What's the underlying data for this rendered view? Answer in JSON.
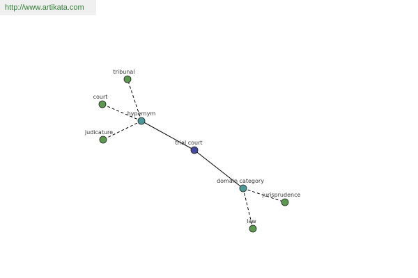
{
  "watermark": {
    "url": "http://www.artikata.com"
  },
  "colors": {
    "leaf_node": "#5b9a4e",
    "relation_node": "#4a9898",
    "center_node": "#444aa0",
    "edge": "#000000",
    "watermark_text": "#2e7d32"
  },
  "graph": {
    "nodes": [
      {
        "id": "trial_court",
        "label": "trial court",
        "kind": "center"
      },
      {
        "id": "hypernym",
        "label": "hypernym",
        "kind": "relation"
      },
      {
        "id": "domain_category",
        "label": "domain category",
        "kind": "relation"
      },
      {
        "id": "tribunal",
        "label": "tribunal",
        "kind": "leaf"
      },
      {
        "id": "court",
        "label": "court",
        "kind": "leaf"
      },
      {
        "id": "judicature",
        "label": "judicature",
        "kind": "leaf"
      },
      {
        "id": "jurisprudence",
        "label": "jurisprudence",
        "kind": "leaf"
      },
      {
        "id": "law",
        "label": "law",
        "kind": "leaf"
      }
    ],
    "edges": [
      {
        "from": "trial_court",
        "to": "hypernym",
        "style": "solid"
      },
      {
        "from": "trial_court",
        "to": "domain_category",
        "style": "solid"
      },
      {
        "from": "hypernym",
        "to": "tribunal",
        "style": "dashed"
      },
      {
        "from": "hypernym",
        "to": "court",
        "style": "dashed"
      },
      {
        "from": "hypernym",
        "to": "judicature",
        "style": "dashed"
      },
      {
        "from": "domain_category",
        "to": "jurisprudence",
        "style": "dashed"
      },
      {
        "from": "domain_category",
        "to": "law",
        "style": "dashed"
      }
    ]
  }
}
